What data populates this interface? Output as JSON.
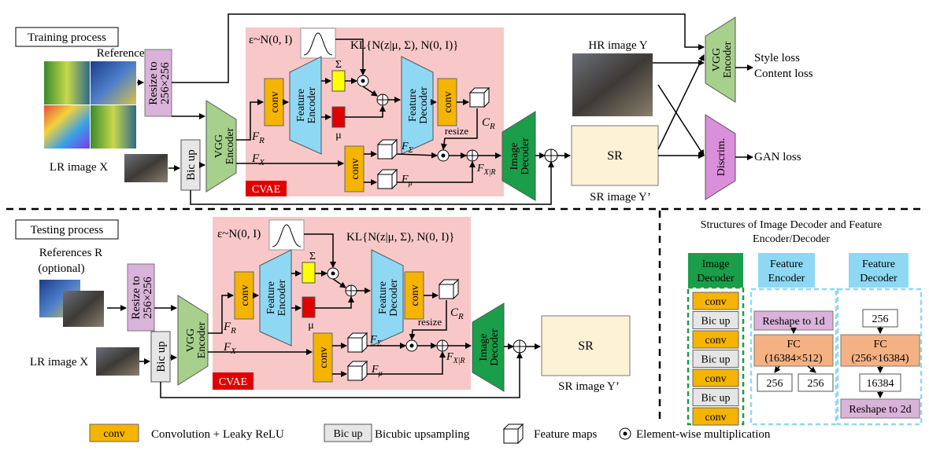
{
  "training": {
    "title": "Training process",
    "references": "References R",
    "resize_a": "Resize to",
    "resize_b": "256×256",
    "lr_image": "LR image X",
    "vgg_a": "VGG",
    "vgg_b": "Encoder",
    "bicup": "Bic up",
    "fr": "F",
    "fr_sub": "R",
    "fx": "F",
    "fx_sub": "X",
    "eps": "ε~N(0, I)",
    "kl": "KL{N(z|μ, Σ), N(0, I)}",
    "conv": "conv",
    "feat_enc_a": "Feature",
    "feat_enc_b": "Encoder",
    "feat_dec_a": "Feature",
    "feat_dec_b": "Decoder",
    "sigma": "Σ",
    "mu": "μ",
    "cr": "C",
    "cr_sub": "R",
    "resize": "resize",
    "f_sigma": "F",
    "f_sigma_sub": "Σ",
    "f_mu": "F",
    "f_mu_sub": "μ",
    "fxr": "F",
    "fxr_sub": "X|R",
    "cvae": "CVAE",
    "img_dec_a": "Image",
    "img_dec_b": "Decoder",
    "hr_image": "HR image Y",
    "sr": "SR",
    "sr_image": "SR image Y’",
    "style_loss": "Style loss",
    "content_loss": "Content loss",
    "discrim": "Discrim.",
    "gan_loss": "GAN loss"
  },
  "testing": {
    "title": "Testing process",
    "references_a": "References R",
    "references_b": "(optional)",
    "resize_a": "Resize to",
    "resize_b": "256×256",
    "lr_image": "LR image X",
    "sr": "SR",
    "sr_image": "SR image Y’",
    "cvae": "CVAE"
  },
  "structures": {
    "title_a": "Structures of Image Decoder and Feature",
    "title_b": "Encoder/Decoder",
    "image_decoder": "Image Decoder",
    "image_decoder_layers": [
      "conv",
      "Bic up",
      "conv",
      "Bic up",
      "conv",
      "Bic up",
      "conv"
    ],
    "feature_encoder": "Feature Encoder",
    "fe_reshape": "Reshape to 1d",
    "fe_fc_a": "FC",
    "fe_fc_b": "(16384×512)",
    "fe_out1": "256",
    "fe_out2": "256",
    "feature_decoder": "Feature Decoder",
    "fd_in": "256",
    "fd_fc_a": "FC",
    "fd_fc_b": "(256×16384)",
    "fd_mid": "16384",
    "fd_reshape": "Reshape to 2d"
  },
  "legend": {
    "conv": "conv",
    "conv_desc": "Convolution + Leaky ReLU",
    "bicup": "Bic up",
    "bicup_desc": "Bicubic upsampling",
    "fmaps": "Feature maps",
    "elem_mult": "Element-wise multiplication"
  },
  "colors": {
    "cvae_bg": "#f8c8c8",
    "conv": "#f5b400",
    "feature_enc": "#8fd8f4",
    "vgg": "#a8d08d",
    "image_dec": "#1a9e4a",
    "discrim": "#d98fd9",
    "resize": "#d9b3d9",
    "bicup": "#e6e6e6",
    "sigma": "#ffff00",
    "mu": "#e00000",
    "sr": "#fdf1d6",
    "fc": "#f4b183",
    "reshape": "#d9b3d9"
  }
}
